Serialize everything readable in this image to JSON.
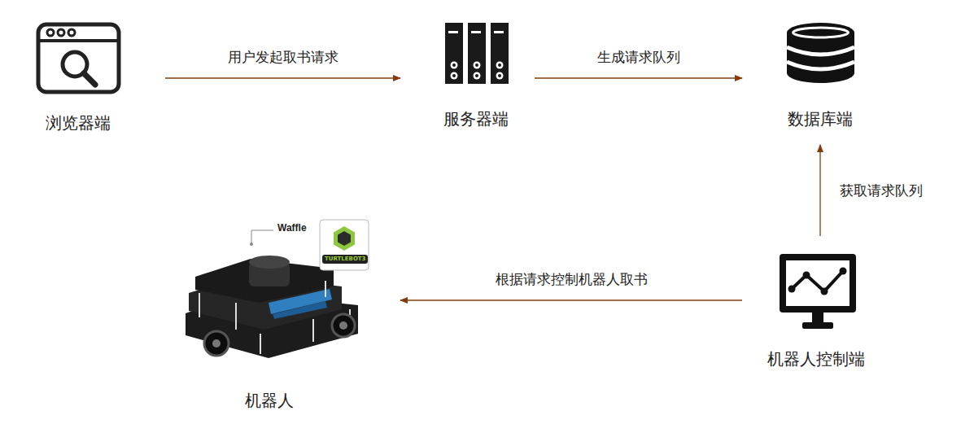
{
  "diagram": {
    "nodes": [
      {
        "text": [
          "浏览器端"
        ]
      },
      {
        "text": [
          "服务器端"
        ]
      },
      {
        "text": [
          "数据库端"
        ]
      },
      {
        "text": [
          "机器人"
        ]
      },
      {
        "text": [
          "机器人控制端"
        ]
      }
    ],
    "edges": [
      {
        "from": 0,
        "to": 1,
        "label": "用户发起取书请求",
        "arrow": "to"
      },
      {
        "from": 1,
        "to": 2,
        "label": "生成请求队列",
        "arrow": "to"
      },
      {
        "from": 4,
        "to": 2,
        "label": "获取请求队列",
        "arrow": "to"
      },
      {
        "from": 4,
        "to": 3,
        "label": "根据请求控制机器人取书",
        "arrow": "to"
      }
    ],
    "labels": [
      "Waffle",
      "TURTLEBOT3"
    ]
  }
}
